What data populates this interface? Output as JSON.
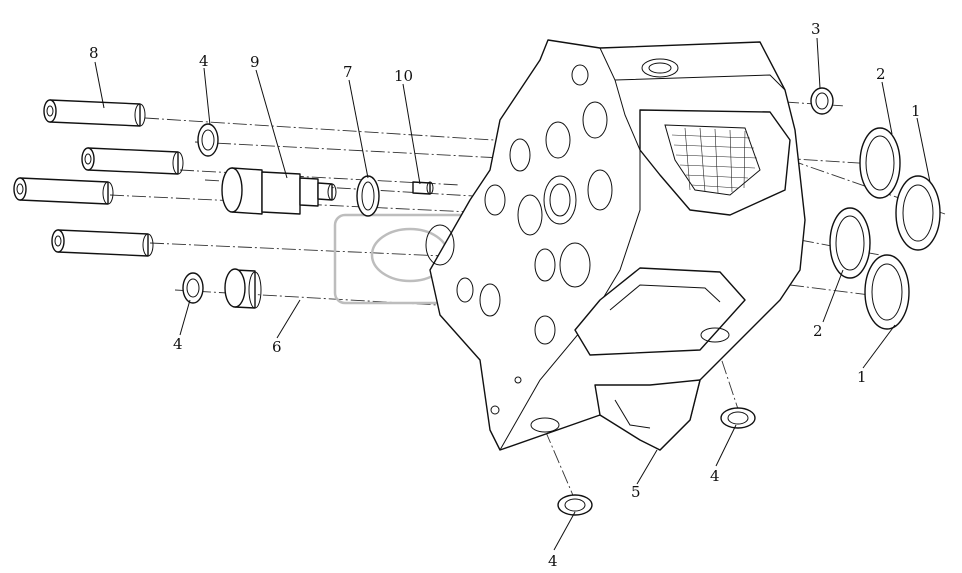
{
  "callouts": [
    {
      "id": "c8",
      "text": "8"
    },
    {
      "id": "c4a",
      "text": "4"
    },
    {
      "id": "c9",
      "text": "9"
    },
    {
      "id": "c7",
      "text": "7"
    },
    {
      "id": "c10",
      "text": "10"
    },
    {
      "id": "c3",
      "text": "3"
    },
    {
      "id": "c2a",
      "text": "2"
    },
    {
      "id": "c1a",
      "text": "1"
    },
    {
      "id": "c2b",
      "text": "2"
    },
    {
      "id": "c1b",
      "text": "1"
    },
    {
      "id": "c4b",
      "text": "4"
    },
    {
      "id": "c6",
      "text": "6"
    },
    {
      "id": "c4c",
      "text": "4"
    },
    {
      "id": "c5",
      "text": "5"
    },
    {
      "id": "c4d",
      "text": "4"
    }
  ],
  "colors": {
    "line": "#111111",
    "watermark": "#bdbdbd",
    "background": "#ffffff"
  }
}
